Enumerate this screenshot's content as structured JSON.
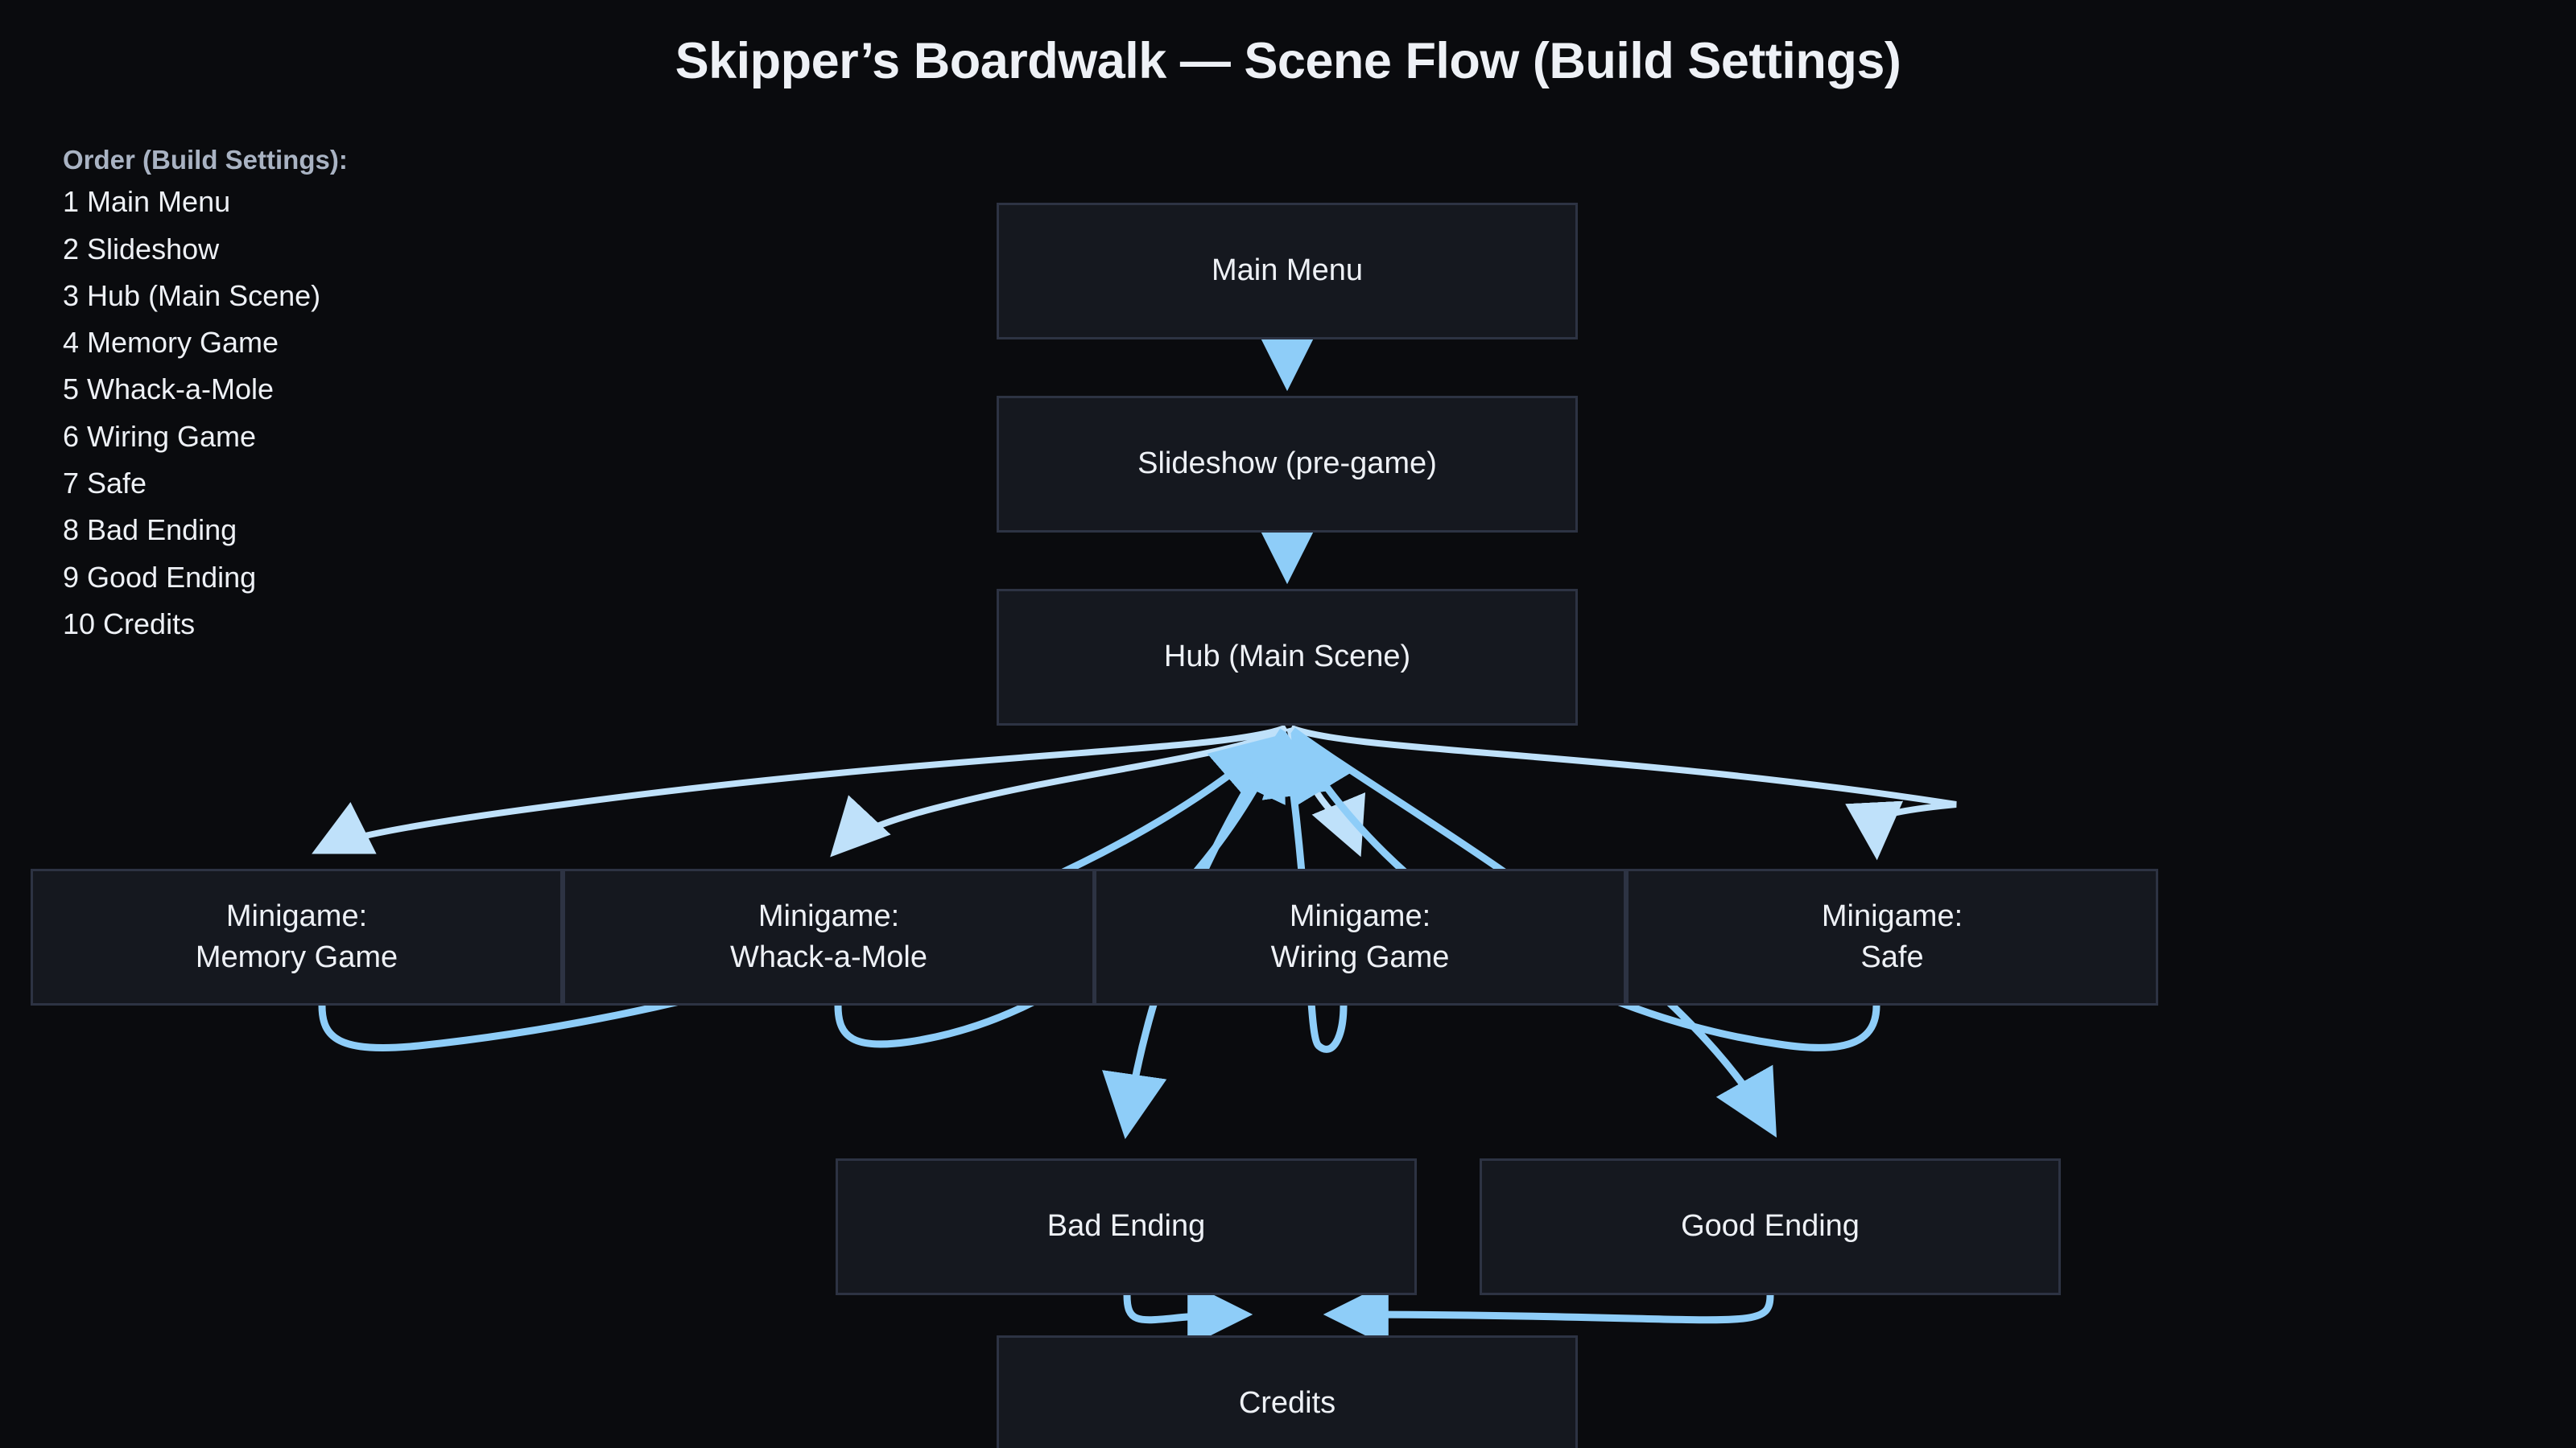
{
  "title": "Skipper’s Boardwalk — Scene Flow (Build Settings)",
  "legend": {
    "heading": "Order (Build Settings):",
    "items": [
      "1 Main Menu",
      "2 Slideshow",
      "3 Hub (Main Scene)",
      "4 Memory Game",
      "5 Whack-a-Mole",
      "6 Wiring Game",
      "7 Safe",
      "8 Bad Ending",
      "9 Good Ending",
      "10 Credits"
    ]
  },
  "nodes": {
    "main_menu": "Main Menu",
    "slideshow": "Slideshow (pre-game)",
    "hub": "Hub (Main Scene)",
    "minigame_memory_line1": "Minigame:",
    "minigame_memory_line2": "Memory Game",
    "minigame_whack_line1": "Minigame:",
    "minigame_whack_line2": "Whack-a-Mole",
    "minigame_wiring_line1": "Minigame:",
    "minigame_wiring_line2": "Wiring Game",
    "minigame_safe_line1": "Minigame:",
    "minigame_safe_line2": "Safe",
    "bad_ending": "Bad Ending",
    "good_ending": "Good Ending",
    "credits": "Credits"
  },
  "colors": {
    "background": "#0a0b0e",
    "node_fill": "#15181f",
    "node_border": "#2d3343",
    "text": "#eef1f6",
    "legend_heading": "#a9b3c3",
    "edge": "#8ecdf8",
    "edge_light": "#c3e3fb"
  },
  "chart_data": {
    "type": "diagram",
    "title": "Skipper’s Boardwalk — Scene Flow (Build Settings)",
    "node_labels": [
      "Main Menu",
      "Slideshow (pre-game)",
      "Hub (Main Scene)",
      "Minigame: Memory Game",
      "Minigame: Whack-a-Mole",
      "Minigame: Wiring Game",
      "Minigame: Safe",
      "Bad Ending",
      "Good Ending",
      "Credits"
    ],
    "edges": [
      {
        "from": "Main Menu",
        "to": "Slideshow (pre-game)"
      },
      {
        "from": "Slideshow (pre-game)",
        "to": "Hub (Main Scene)"
      },
      {
        "from": "Hub (Main Scene)",
        "to": "Minigame: Memory Game"
      },
      {
        "from": "Hub (Main Scene)",
        "to": "Minigame: Whack-a-Mole"
      },
      {
        "from": "Hub (Main Scene)",
        "to": "Minigame: Wiring Game"
      },
      {
        "from": "Hub (Main Scene)",
        "to": "Minigame: Safe"
      },
      {
        "from": "Minigame: Memory Game",
        "to": "Hub (Main Scene)"
      },
      {
        "from": "Minigame: Whack-a-Mole",
        "to": "Hub (Main Scene)"
      },
      {
        "from": "Minigame: Wiring Game",
        "to": "Hub (Main Scene)"
      },
      {
        "from": "Minigame: Safe",
        "to": "Hub (Main Scene)"
      },
      {
        "from": "Hub (Main Scene)",
        "to": "Bad Ending"
      },
      {
        "from": "Hub (Main Scene)",
        "to": "Good Ending"
      },
      {
        "from": "Bad Ending",
        "to": "Credits"
      },
      {
        "from": "Good Ending",
        "to": "Credits"
      }
    ]
  }
}
